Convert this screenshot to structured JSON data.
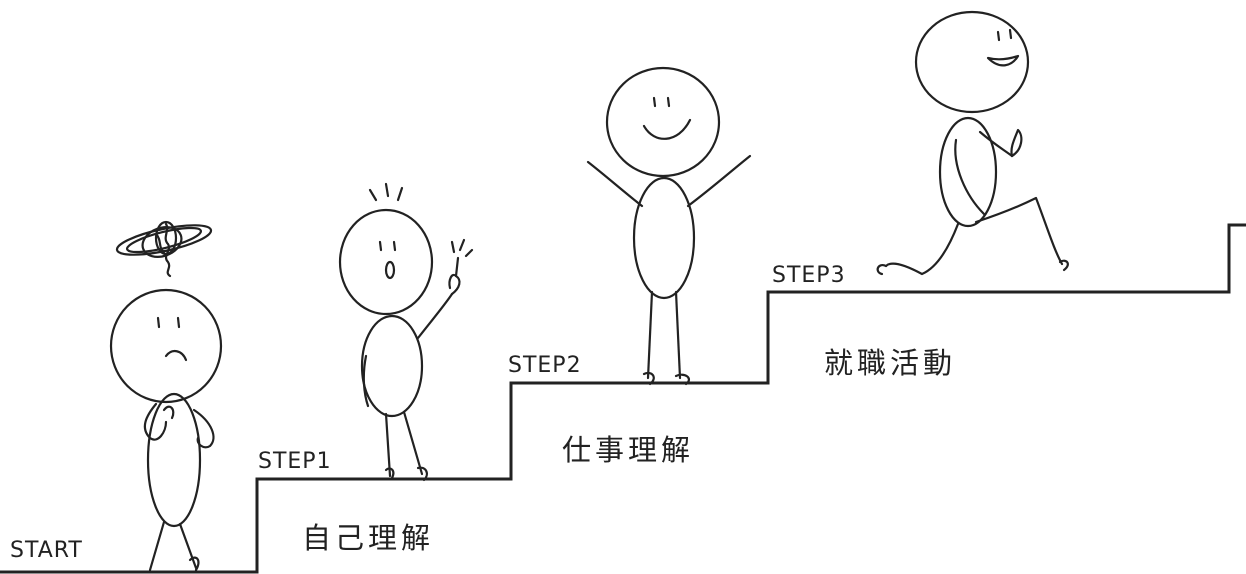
{
  "colors": {
    "ink": "#222222",
    "background": "#ffffff"
  },
  "steps": [
    {
      "label": "START",
      "title": ""
    },
    {
      "label": "STEP1",
      "title": "自己理解"
    },
    {
      "label": "STEP2",
      "title": "仕事理解"
    },
    {
      "label": "STEP3",
      "title": "就職活動"
    }
  ],
  "figures": [
    {
      "pose": "confused-thinking",
      "icon": "confused-person-icon"
    },
    {
      "pose": "idea-pointing",
      "icon": "idea-person-icon"
    },
    {
      "pose": "arms-raised-happy",
      "icon": "happy-person-icon"
    },
    {
      "pose": "running-smiling",
      "icon": "running-person-icon"
    }
  ]
}
